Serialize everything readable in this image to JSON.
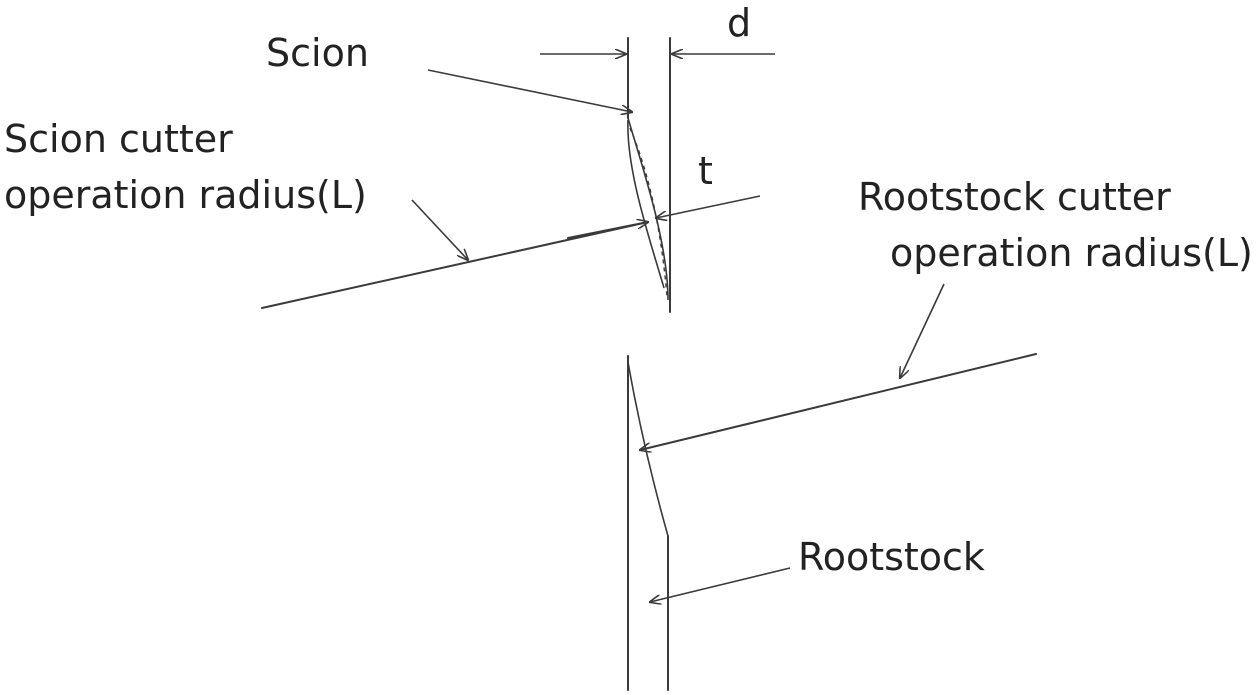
{
  "labels": {
    "scion": "Scion",
    "d": "d",
    "t": "t",
    "scion_cutter_line1": "Scion cutter",
    "scion_cutter_line2": "operation radius(L)",
    "rootstock_cutter_line1": "Rootstock cutter",
    "rootstock_cutter_line2": "operation radius(L)",
    "rootstock": "Rootstock"
  },
  "colors": {
    "stroke": "#3a3a3a",
    "text": "#222222",
    "background": "#ffffff"
  }
}
